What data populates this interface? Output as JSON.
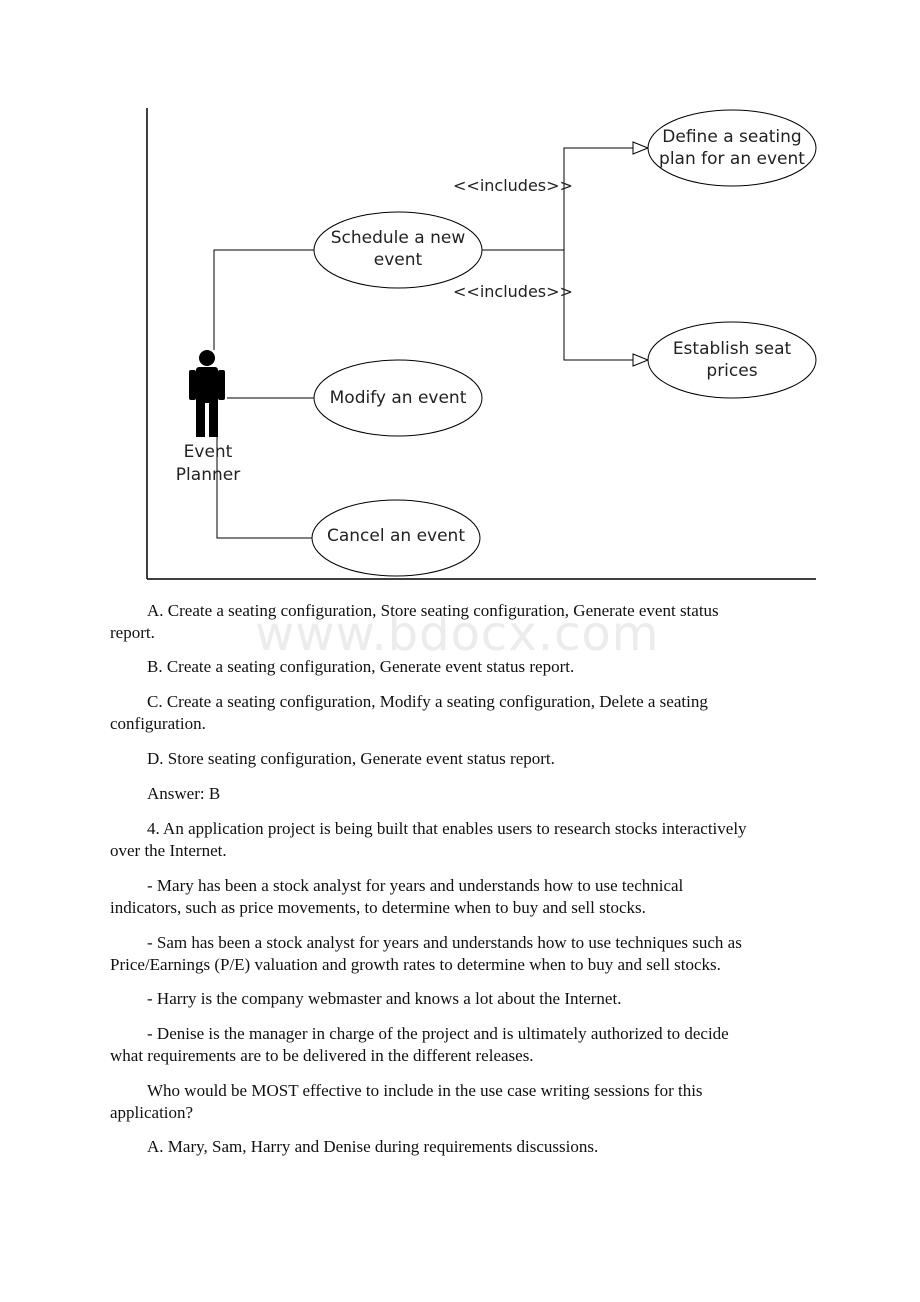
{
  "diagram": {
    "actor": {
      "line1": "Event",
      "line2": "Planner"
    },
    "use_cases": {
      "schedule": {
        "line1": "Schedule a new",
        "line2": "event"
      },
      "modify": "Modify an event",
      "cancel": "Cancel an event",
      "define": {
        "line1": "Define a seating",
        "line2": "plan for an event"
      },
      "establish": {
        "line1": "Establish seat",
        "line2": "prices"
      }
    },
    "includes_top": "<<includes>>",
    "includes_bottom": "<<includes>>"
  },
  "watermark": "www.bdocx.com",
  "options": {
    "a": {
      "line1": "A. Create a seating configuration, Store seating configuration, Generate event status",
      "line2": "report."
    },
    "b": "B. Create a seating configuration, Generate event status report.",
    "c": {
      "line1": "C. Create a seating configuration, Modify a seating configuration, Delete a seating",
      "line2": "configuration."
    },
    "d": "D. Store seating configuration, Generate event status report."
  },
  "answer": "Answer: B",
  "question4": {
    "intro": {
      "line1": "4. An application project is being built that enables users to research stocks interactively",
      "line2": "over the Internet."
    },
    "mary": {
      "line1": "- Mary has been a stock analyst for years and understands how to use technical",
      "line2": "indicators, such as price movements, to determine when to buy and sell stocks."
    },
    "sam": {
      "line1": "- Sam has been a stock analyst for years and understands how to use techniques such as",
      "line2": "Price/Earnings (P/E) valuation and growth rates to determine when to buy and sell stocks."
    },
    "harry": "- Harry is the company webmaster and knows a lot about the Internet.",
    "denise": {
      "line1": "- Denise is the manager in charge of the project and is ultimately authorized to decide",
      "line2": "what requirements are to be delivered in the different releases."
    },
    "question": {
      "line1": "Who would be MOST effective to include in the use case writing sessions for this",
      "line2": "application?"
    },
    "option_a": "A. Mary, Sam, Harry and Denise during requirements discussions."
  }
}
